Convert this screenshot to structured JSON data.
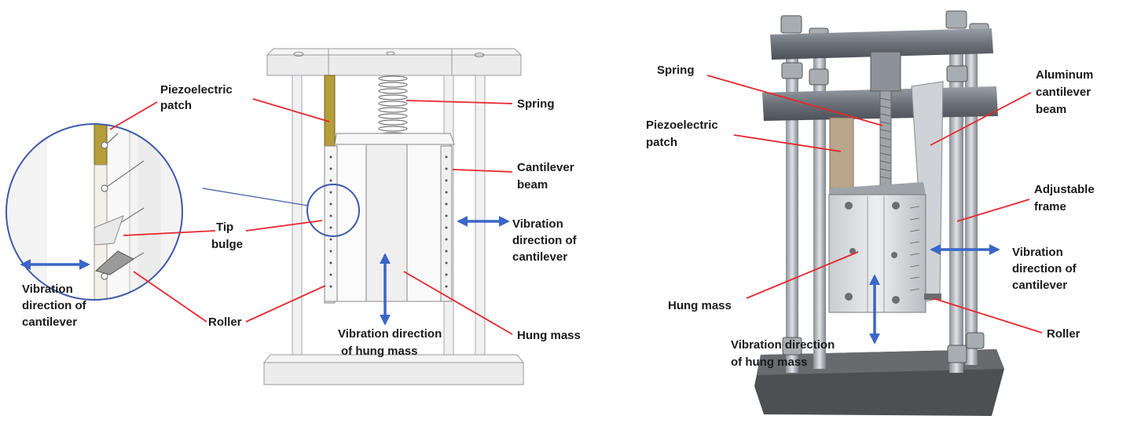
{
  "left_panel": {
    "labels": {
      "piezo_1": "Piezoelectric",
      "piezo_2": "patch",
      "spring": "Spring",
      "cantilever_1": "Cantilever",
      "cantilever_2": "beam",
      "tip_1": "Tip",
      "tip_2": "bulge",
      "vib_cant_right_1": "Vibration",
      "vib_cant_right_2": "direction of",
      "vib_cant_right_3": "cantilever",
      "vib_cant_left_1": "Vibration",
      "vib_cant_left_2": "direction of",
      "vib_cant_left_3": "cantilever",
      "roller": "Roller",
      "vib_mass_1": "Vibration direction",
      "vib_mass_2": "of hung mass",
      "hung_mass": "Hung mass"
    }
  },
  "right_panel": {
    "labels": {
      "spring": "Spring",
      "aluminum_1": "Aluminum",
      "aluminum_2": "cantilever",
      "aluminum_3": "beam",
      "piezo_1": "Piezoelectric",
      "piezo_2": "patch",
      "adjustable_1": "Adjustable",
      "adjustable_2": "frame",
      "vib_cant_1": "Vibration",
      "vib_cant_2": "direction of",
      "vib_cant_3": "cantilever",
      "hung_mass": "Hung mass",
      "roller": "Roller",
      "vib_mass_1": "Vibration direction",
      "vib_mass_2": "of hung mass"
    }
  },
  "colors": {
    "callout_line": "#e8262c",
    "arrow": "#3a66c8",
    "zoom_circle": "#3d5aa8"
  }
}
